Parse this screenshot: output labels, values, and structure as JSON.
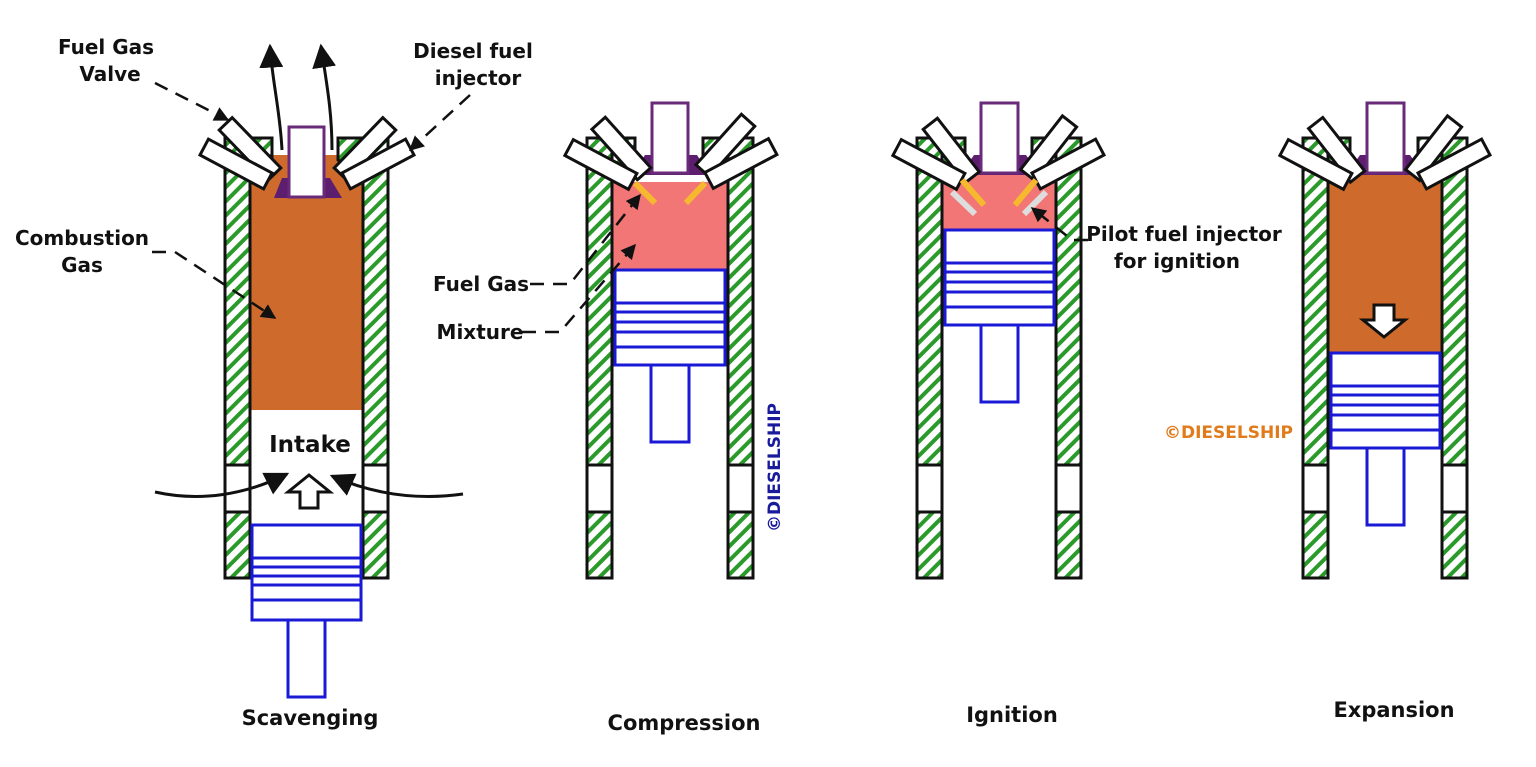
{
  "stages": [
    {
      "title": "Scavenging",
      "key": "scavenging"
    },
    {
      "title": "Compression",
      "key": "compression"
    },
    {
      "title": "Ignition",
      "key": "ignition"
    },
    {
      "title": "Expansion",
      "key": "expansion"
    }
  ],
  "labels": {
    "fuel_gas_valve_1": "Fuel Gas",
    "fuel_gas_valve_2": "Valve",
    "diesel_injector_1": "Diesel fuel",
    "diesel_injector_2": "injector",
    "combustion_gas_1": "Combustion",
    "combustion_gas_2": "Gas",
    "intake": "Intake",
    "fuel_gas": "Fuel Gas",
    "mixture": "Mixture",
    "pilot_injector_1": "Pilot fuel injector",
    "pilot_injector_2": "for ignition"
  },
  "watermarks": {
    "vertical": "©DIESELSHIP",
    "horizontal": "©DIESELSHIP"
  },
  "colors": {
    "combustion_gas": "#cd6a2c",
    "mixture": "#f27676",
    "cylinder_hatch": "#2a9a2a",
    "piston": "#1a1ad6",
    "valve": "#5e1e70",
    "pilot_flame": "#f5b82e",
    "watermark_blue": "#1a1a9c",
    "watermark_orange": "#e07a1a"
  }
}
